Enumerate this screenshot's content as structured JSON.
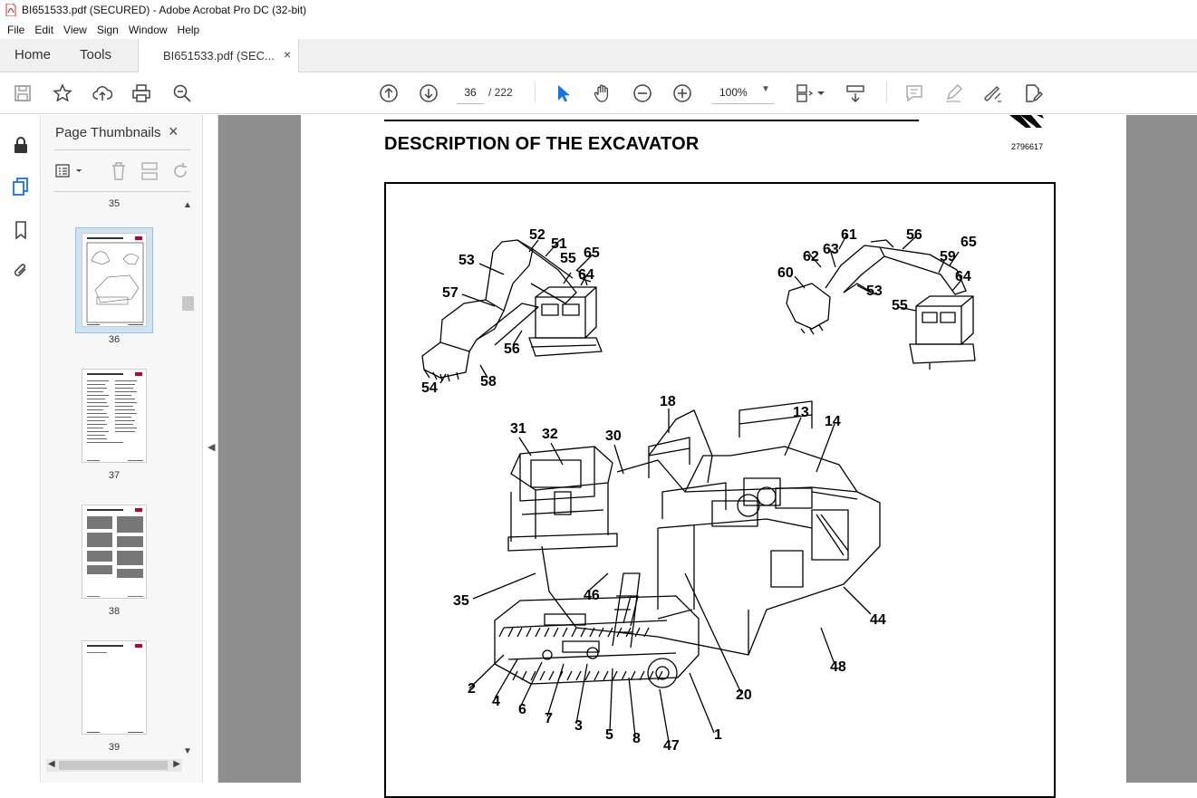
{
  "window": {
    "title": "BI651533.pdf (SECURED) - Adobe Acrobat Pro DC (32-bit)"
  },
  "menu": [
    "File",
    "Edit",
    "View",
    "Sign",
    "Window",
    "Help"
  ],
  "tabs": {
    "home": "Home",
    "tools": "Tools",
    "document": "BI651533.pdf (SEC...",
    "close": "×"
  },
  "toolbar": {
    "current_page": "36",
    "total_pages": "/ 222",
    "zoom": "100%"
  },
  "thumbnails": {
    "title": "Page Thumbnails",
    "close": "×",
    "pages": [
      "35",
      "36",
      "37",
      "38",
      "39"
    ],
    "selected": "36"
  },
  "page": {
    "heading": "DESCRIPTION OF THE EXCAVATOR",
    "doc_number": "2796617"
  },
  "figure": {
    "callouts_top_left": [
      "52",
      "51",
      "65",
      "53",
      "55",
      "64",
      "57",
      "56",
      "54",
      "58"
    ],
    "callouts_top_right": [
      "61",
      "56",
      "65",
      "62",
      "63",
      "59",
      "60",
      "64",
      "53",
      "55"
    ],
    "callouts_main": [
      "18",
      "13",
      "14",
      "31",
      "32",
      "30",
      "35",
      "46",
      "44",
      "48",
      "2",
      "4",
      "6",
      "7",
      "3",
      "5",
      "8",
      "47",
      "1",
      "20"
    ]
  },
  "colors": {
    "accent": "#1473e6",
    "doc_bg": "#8e8e8e",
    "selection": "#cfe3f5"
  }
}
